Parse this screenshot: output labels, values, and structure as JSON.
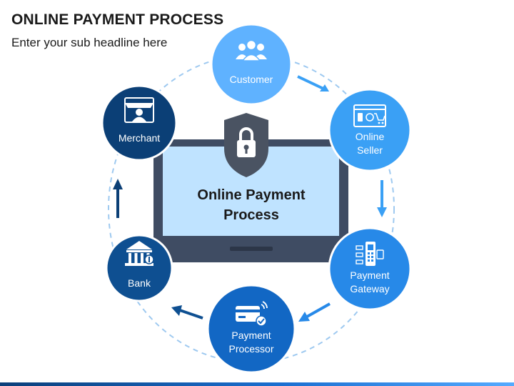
{
  "header": {
    "title": "ONLINE PAYMENT PROCESS",
    "subtitle": "Enter your sub headline here"
  },
  "center": {
    "line1": "Online Payment",
    "line2": "Process",
    "icon": "padlock-shield-icon"
  },
  "nodes": [
    {
      "id": "customer",
      "lines": [
        "Customer"
      ],
      "icon": "customer-group-icon",
      "color": "#5fb2ff"
    },
    {
      "id": "online-seller",
      "lines": [
        "Online",
        "Seller"
      ],
      "icon": "online-store-icon",
      "color": "#3aa0f5"
    },
    {
      "id": "payment-gateway",
      "lines": [
        "Payment",
        "Gateway"
      ],
      "icon": "payment-terminal-icon",
      "color": "#2789e8"
    },
    {
      "id": "payment-processor",
      "lines": [
        "Payment",
        "Processor"
      ],
      "icon": "credit-card-contactless-icon",
      "color": "#1267c4"
    },
    {
      "id": "bank",
      "lines": [
        "Bank"
      ],
      "icon": "bank-building-icon",
      "color": "#0e4f91"
    },
    {
      "id": "merchant",
      "lines": [
        "Merchant"
      ],
      "icon": "merchant-shop-icon",
      "color": "#0b3f76"
    }
  ],
  "colors": {
    "cycle_ring": "#9ec9f0",
    "arrow_light": "#3aa0f5",
    "arrow_dark": "#0e4f91",
    "laptop_body": "#3f4c63",
    "laptop_screen": "#bfe3ff",
    "shield": "#4a5362"
  }
}
